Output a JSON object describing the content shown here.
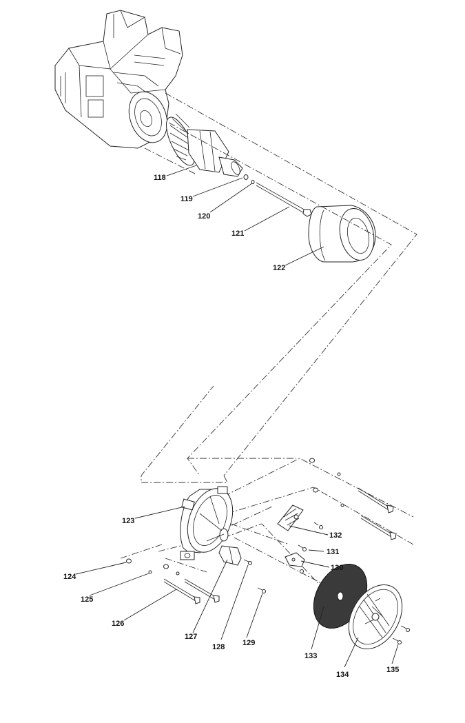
{
  "colors": {
    "line": "#222222",
    "paper": "#ffffff",
    "mesh": "#444444"
  },
  "labels": {
    "p118": "118",
    "p119": "119",
    "p120": "120",
    "p121": "121",
    "p122": "122",
    "p123": "123",
    "p124": "124",
    "p125": "125",
    "p126": "126",
    "p127": "127",
    "p128": "128",
    "p129": "129",
    "p130": "130",
    "p131": "131",
    "p132": "132",
    "p133": "133",
    "p134": "134",
    "p135": "135"
  }
}
